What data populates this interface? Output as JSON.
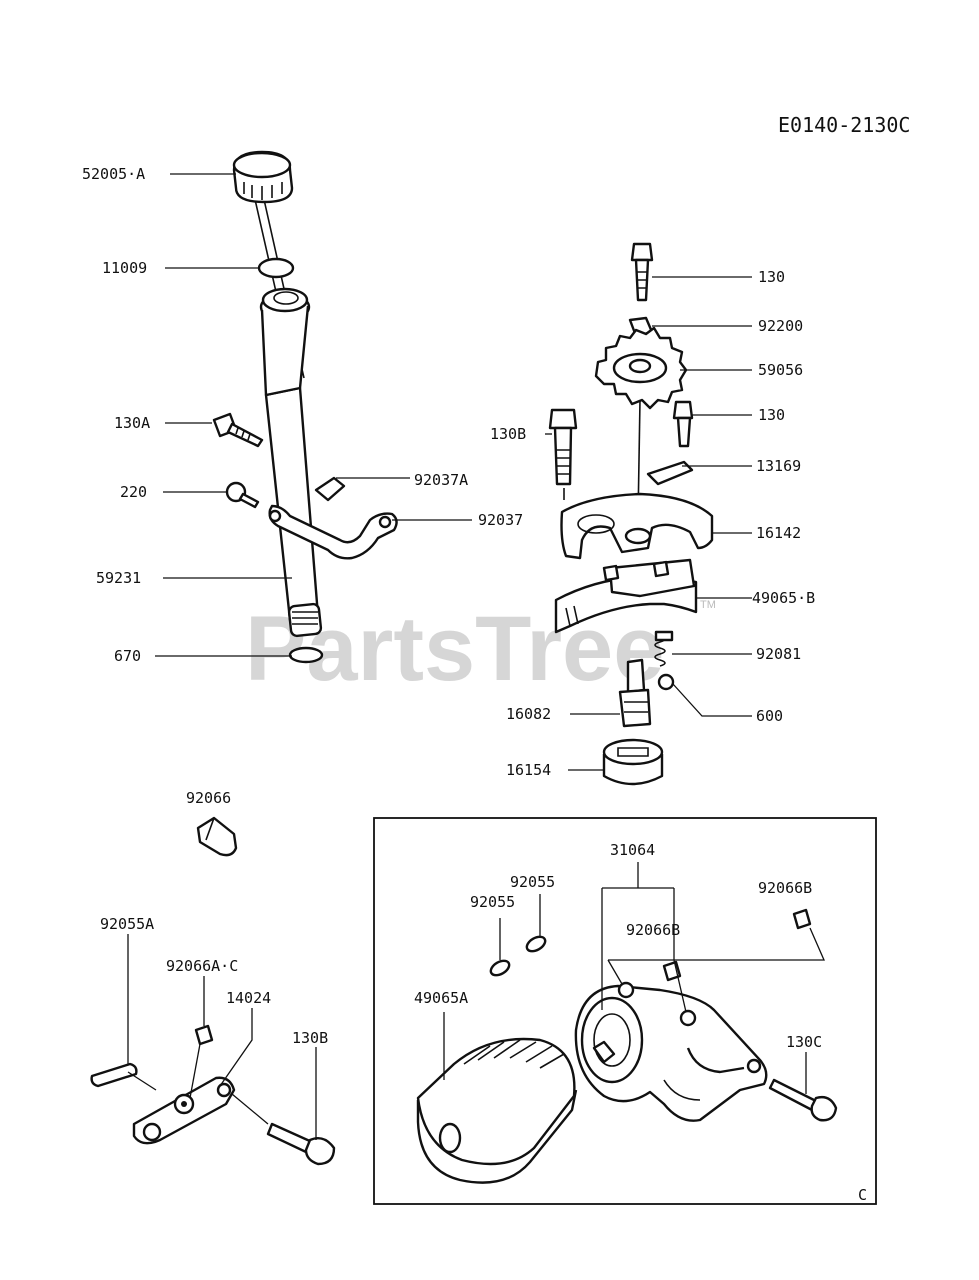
{
  "diagram_code": "E0140-2130C",
  "watermark": "PartsTree",
  "trademark": "TM",
  "box_tag": "C",
  "labels": {
    "l52005A": "52005·A",
    "l11009": "11009",
    "l130A": "130A",
    "l220": "220",
    "l92037A": "92037A",
    "l92037": "92037",
    "l59231": "59231",
    "l670": "670",
    "l130_top": "130",
    "l92200": "92200",
    "l59056": "59056",
    "l130_mid": "130",
    "l130B_pump": "130B",
    "l13169": "13169",
    "l16142": "16142",
    "l49065B": "49065·B",
    "l92081": "92081",
    "l600": "600",
    "l16082": "16082",
    "l16154": "16154",
    "l92066": "92066",
    "l31064": "31064",
    "l92055_a": "92055",
    "l92055_b": "92055",
    "l92066B_right": "92066B",
    "l92066B_mid": "92066B",
    "l49065A": "49065A",
    "l130C": "130C",
    "l92055A": "92055A",
    "l92066AC": "92066A·C",
    "l14024": "14024",
    "l130B_bottom": "130B"
  }
}
